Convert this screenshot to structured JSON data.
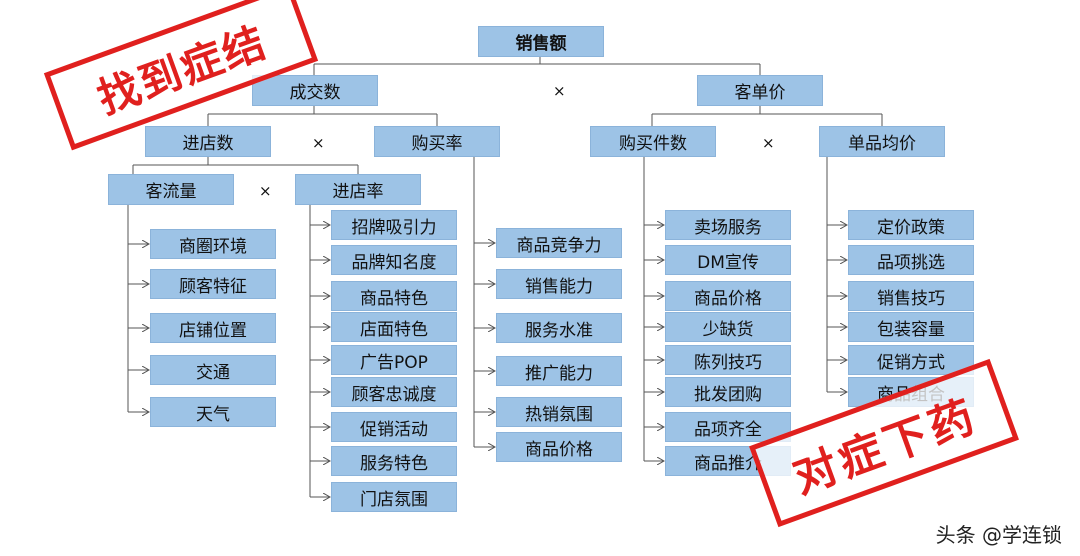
{
  "root": "销售额",
  "level1": {
    "left": "成交数",
    "op": "×",
    "right": "客单价"
  },
  "level2": {
    "left": "进店数",
    "left_op": "×",
    "mid": "购买率",
    "right1": "购买件数",
    "right_op": "×",
    "right2": "单品均价"
  },
  "level3": {
    "left": "客流量",
    "op": "×",
    "right": "进店率"
  },
  "keliuliang_factors": [
    "商圈环境",
    "顾客特征",
    "店铺位置",
    "交通",
    "天气"
  ],
  "jindianlv_factors": [
    "招牌吸引力",
    "品牌知名度",
    "商品特色",
    "店面特色",
    "广告POP",
    "顾客忠诚度",
    "促销活动",
    "服务特色",
    "门店氛围"
  ],
  "goumailv_factors": [
    "商品竞争力",
    "销售能力",
    "服务水准",
    "推广能力",
    "热销氛围",
    "商品价格"
  ],
  "goumaijianshu_factors": [
    "卖场服务",
    "DM宣传",
    "商品价格",
    "少缺货",
    "陈列技巧",
    "批发团购",
    "品项齐全",
    "商品推介"
  ],
  "danpinjunjia_factors": [
    "定价政策",
    "品项挑选",
    "销售技巧",
    "包装容量",
    "促销方式",
    "商品组合"
  ],
  "stamps": {
    "top_left": "找到症结",
    "bottom_right": "对症下药"
  },
  "watermark": "头条 @学连锁",
  "colors": {
    "box": "#9dc3e6",
    "stamp": "#e0201e"
  }
}
